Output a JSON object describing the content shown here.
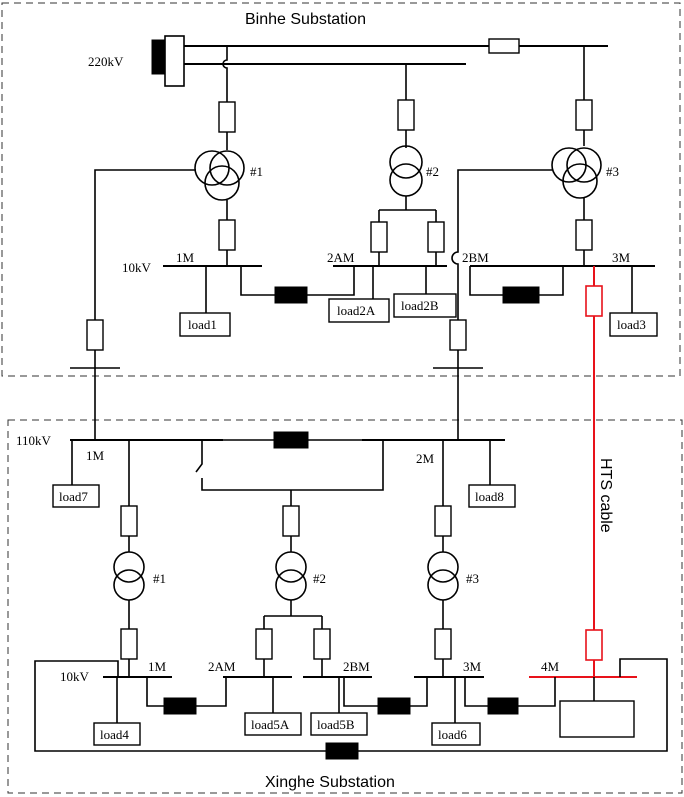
{
  "substations": {
    "binhe": "Binhe Substation",
    "xinghe": "Xinghe Substation"
  },
  "voltages": {
    "v220": "220kV",
    "v110": "110kV",
    "v10_binhe": "10kV",
    "v10_xinghe": "10kV"
  },
  "binhe": {
    "transformers": [
      "#1",
      "#2",
      "#3"
    ],
    "buses": [
      "1M",
      "2AM",
      "2BM",
      "3M"
    ],
    "loads": [
      "load1",
      "load2A",
      "load2B",
      "load3"
    ]
  },
  "xinghe": {
    "transformers": [
      "#1",
      "#2",
      "#3"
    ],
    "hv_buses": [
      "1M",
      "2M"
    ],
    "lv_buses": [
      "1M",
      "2AM",
      "2BM",
      "3M",
      "4M"
    ],
    "loads": [
      "load7",
      "load8",
      "load4",
      "load5A",
      "load5B",
      "load6"
    ]
  },
  "hts_cable": "HTS cable",
  "colors": {
    "hts": "#e8121a",
    "line": "#000000"
  }
}
